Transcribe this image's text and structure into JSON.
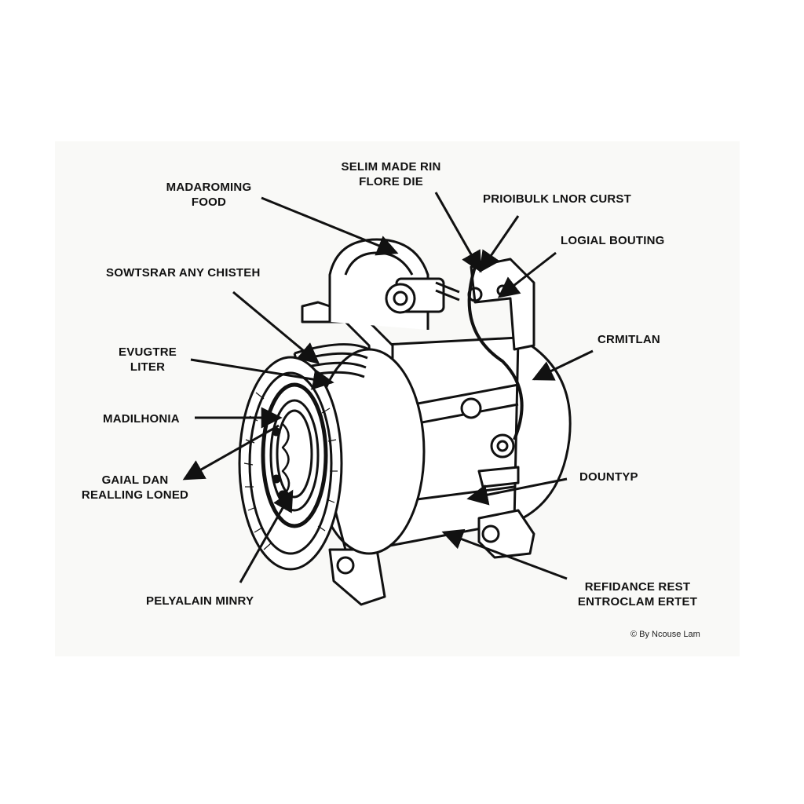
{
  "labels": {
    "madaroming_food": [
      "MADAROMING",
      "FOOD"
    ],
    "selim_made_rin": [
      "SELIM MADE RIN",
      "FLORE DIE"
    ],
    "prioibulk_lnor_curst": "PRIOIBULK LNOR CURST",
    "logial_bouting": "LOGIAL BOUTING",
    "sowtsrar_any_chisteh": "SOWTSRAR ANY CHISTEH",
    "evugtre_liter": [
      "EVUGTRE",
      "LITER"
    ],
    "crmitlan": "CRMITLAN",
    "madilhonia": "MADILHONIA",
    "gaial_dan": [
      "GAIAL DAN",
      "REALLING LONED"
    ],
    "dountyp": "DOUNTYP",
    "pelyalain_minry": "PELYALAIN MINRY",
    "refidance_rest": [
      "REFIDANCE REST",
      "ENTROCLAM ERTET"
    ]
  },
  "credit": "© By Ncouse Lam"
}
